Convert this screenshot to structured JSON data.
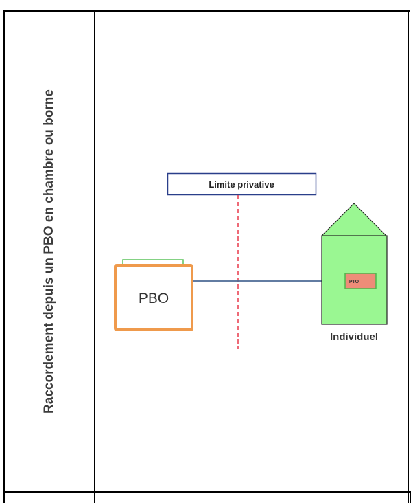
{
  "row": {
    "label": "Raccordement depuis un PBO en chambre ou borne"
  },
  "diagram": {
    "limit_label": "Limite privative",
    "pbo_label": "PBO",
    "pto_label": "PTO",
    "house_label": "Individuel",
    "colors": {
      "pbo_border": "#ef9a4c",
      "pbo_top": "#5cc35c",
      "house_fill": "#9af792",
      "pto_fill": "#ee8c78",
      "pto_border": "#4cb84c",
      "limit_line": "#e8394a",
      "cable": "#4c6a94",
      "limit_box_border": "#2a3f8a"
    }
  }
}
